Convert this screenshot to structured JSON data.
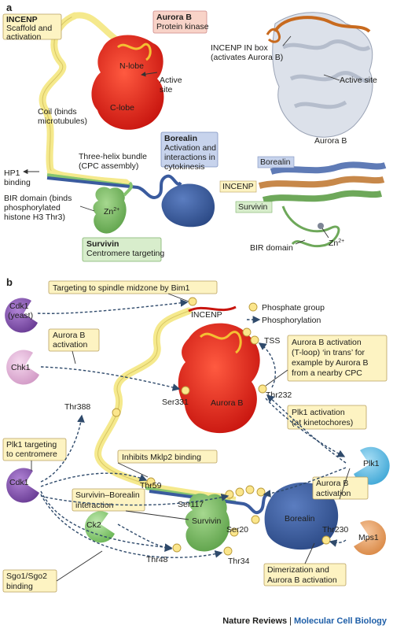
{
  "panels": {
    "a": "a",
    "b": "b"
  },
  "panel_a": {
    "incenp_title": "INCENP",
    "incenp_desc": [
      "Scaffold and",
      "activation"
    ],
    "aurora_title": "Aurora B",
    "aurora_desc": "Protein kinase",
    "n_lobe": "N-lobe",
    "c_lobe": "C-lobe",
    "active_site": [
      "Active",
      "site"
    ],
    "coil": [
      "Coil (binds",
      "microtubules)"
    ],
    "three_helix": [
      "Three-helix bundle",
      "(CPC assembly)"
    ],
    "borealin_title": "Borealin",
    "borealin_desc": [
      "Activation and",
      "interactions in",
      "cytokinesis"
    ],
    "hp1": [
      "HP1",
      "binding"
    ],
    "bir_domain": [
      "BIR domain (binds",
      "phosphorylated",
      "histone H3 Thr3)"
    ],
    "zn": "Zn",
    "zn_sup": "2+",
    "survivin_title": "Survivin",
    "survivin_desc": "Centromere targeting",
    "struct_incenp_in": [
      "INCENP IN box",
      "(activates Aurora B)"
    ],
    "struct_active_site": "Active site",
    "struct_aurora": "Aurora B",
    "struct_borealin": "Borealin",
    "struct_incenp": "INCENP",
    "struct_survivin": "Survivin",
    "struct_zn": "Zn",
    "struct_zn_sup": "2+",
    "struct_bir": "BIR domain"
  },
  "panel_b": {
    "cdk1_yeast": [
      "Cdk1",
      "(yeast)"
    ],
    "bim1": "Targeting to spindle midzone by Bim1",
    "legend_phosphate": "Phosphate group",
    "legend_phospho": "Phosphorylation",
    "chk1": "Chk1",
    "chk1_callout": [
      "Aurora B",
      "activation"
    ],
    "incenp": "INCENP",
    "tss": "TSS",
    "aurora_b": "Aurora B",
    "ser331": "Ser331",
    "thr232": "Thr232",
    "tloop_callout": [
      "Aurora B activation",
      "(T-loop) ‘in trans’ for",
      "example by Aurora B",
      "from a nearby CPC"
    ],
    "thr388": "Thr388",
    "plk1_kt_callout": [
      "Plk1 activation",
      "(at kinetochores)"
    ],
    "plk1_targeting": [
      "Plk1 targeting",
      "to centromere"
    ],
    "mklp2": "Inhibits Mklp2 binding",
    "cdk1": "Cdk1",
    "plk1": "Plk1",
    "thr59": "Thr59",
    "ser117": "Ser117",
    "aurora_act_callout": [
      "Aurora B",
      "activation"
    ],
    "surv_bor_callout": [
      "Survivin–Borealin",
      "interaction"
    ],
    "ck2": "Ck2",
    "survivin": "Survivin",
    "ser20": "Ser20",
    "borealin": "Borealin",
    "thr230": "Thr230",
    "mps1": "Mps1",
    "thr48": "Thr48",
    "thr34": "Thr34",
    "sgo_callout": [
      "Sgo1/Sgo2",
      "binding"
    ],
    "dimer_callout": [
      "Dimerization and",
      "Aurora B activation"
    ]
  },
  "footer": {
    "journal": "Nature Reviews",
    "separator": "|",
    "section": "Molecular Cell Biology"
  },
  "colors": {
    "incenp": "#f7ea8e",
    "aurora": "#e8231d",
    "borealin": "#3a5b9e",
    "survivin": "#86c46f",
    "cdk1": "#8b58b5",
    "chk1": "#e3b3d8",
    "plk1": "#6fc3e8",
    "ck2": "#8ed07a",
    "mps1": "#e7a770",
    "callout": "#fdf3c2"
  }
}
